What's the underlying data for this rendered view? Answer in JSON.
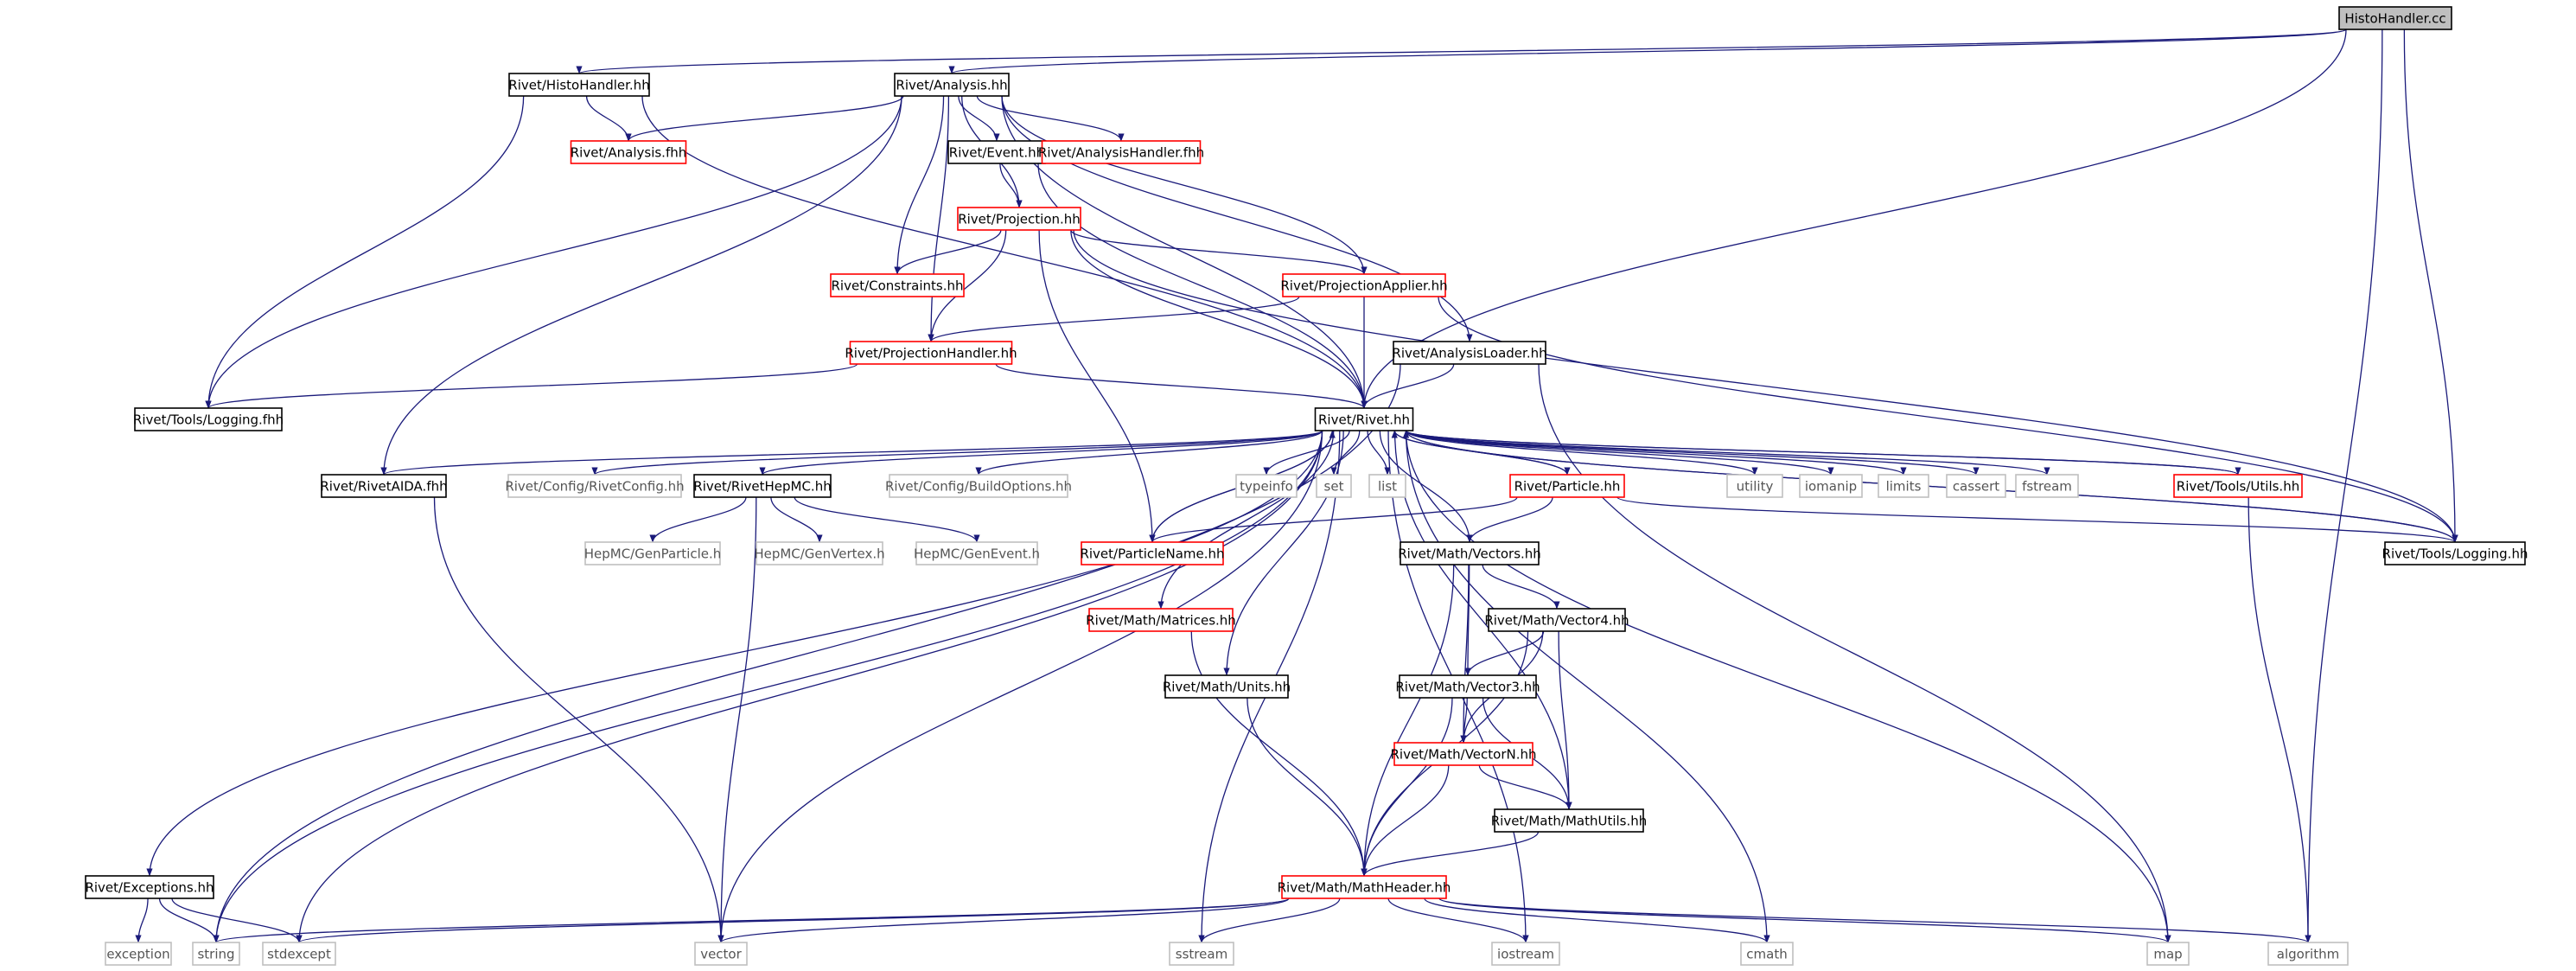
{
  "graph": {
    "colors": {
      "root_fill": "#bfbfbf",
      "normal_border": "#000000",
      "red_border": "#ff0000",
      "ghost_border": "#bfbfbf",
      "edge": "#1a1a7a"
    },
    "nodes": [
      {
        "id": "root",
        "label": "HistoHandler.cc",
        "kind": "root"
      },
      {
        "id": "histohandler_hh",
        "label": "Rivet/HistoHandler.hh",
        "kind": "normal"
      },
      {
        "id": "analysis_hh",
        "label": "Rivet/Analysis.hh",
        "kind": "normal"
      },
      {
        "id": "analysis_fhh",
        "label": "Rivet/Analysis.fhh",
        "kind": "red"
      },
      {
        "id": "event_hh",
        "label": "Rivet/Event.hh",
        "kind": "normal"
      },
      {
        "id": "analysishandler_fhh",
        "label": "Rivet/AnalysisHandler.fhh",
        "kind": "red"
      },
      {
        "id": "projection_hh",
        "label": "Rivet/Projection.hh",
        "kind": "red"
      },
      {
        "id": "constraints_hh",
        "label": "Rivet/Constraints.hh",
        "kind": "red"
      },
      {
        "id": "projectionapplier_hh",
        "label": "Rivet/ProjectionApplier.hh",
        "kind": "red"
      },
      {
        "id": "projectionhandler_hh",
        "label": "Rivet/ProjectionHandler.hh",
        "kind": "red"
      },
      {
        "id": "analysisloader_hh",
        "label": "Rivet/AnalysisLoader.hh",
        "kind": "normal"
      },
      {
        "id": "logging_fhh",
        "label": "Rivet/Tools/Logging.fhh",
        "kind": "normal"
      },
      {
        "id": "rivet_hh",
        "label": "Rivet/Rivet.hh",
        "kind": "normal"
      },
      {
        "id": "rivetaida_fhh",
        "label": "Rivet/RivetAIDA.fhh",
        "kind": "normal"
      },
      {
        "id": "rivetconfig_hh",
        "label": "Rivet/Config/RivetConfig.hh",
        "kind": "ghost"
      },
      {
        "id": "rivethepmc_hh",
        "label": "Rivet/RivetHepMC.hh",
        "kind": "normal"
      },
      {
        "id": "buildoptions_hh",
        "label": "Rivet/Config/BuildOptions.hh",
        "kind": "ghost"
      },
      {
        "id": "typeinfo",
        "label": "typeinfo",
        "kind": "ghost"
      },
      {
        "id": "set",
        "label": "set",
        "kind": "ghost"
      },
      {
        "id": "list",
        "label": "list",
        "kind": "ghost"
      },
      {
        "id": "particle_hh",
        "label": "Rivet/Particle.hh",
        "kind": "red"
      },
      {
        "id": "utility",
        "label": "utility",
        "kind": "ghost"
      },
      {
        "id": "iomanip",
        "label": "iomanip",
        "kind": "ghost"
      },
      {
        "id": "limits",
        "label": "limits",
        "kind": "ghost"
      },
      {
        "id": "cassert",
        "label": "cassert",
        "kind": "ghost"
      },
      {
        "id": "fstream",
        "label": "fstream",
        "kind": "ghost"
      },
      {
        "id": "utils_hh",
        "label": "Rivet/Tools/Utils.hh",
        "kind": "red"
      },
      {
        "id": "logging_hh",
        "label": "Rivet/Tools/Logging.hh",
        "kind": "normal"
      },
      {
        "id": "genparticle_h",
        "label": "HepMC/GenParticle.h",
        "kind": "ghost"
      },
      {
        "id": "genvertex_h",
        "label": "HepMC/GenVertex.h",
        "kind": "ghost"
      },
      {
        "id": "genevent_h",
        "label": "HepMC/GenEvent.h",
        "kind": "ghost"
      },
      {
        "id": "particlename_hh",
        "label": "Rivet/ParticleName.hh",
        "kind": "red"
      },
      {
        "id": "vectors_hh",
        "label": "Rivet/Math/Vectors.hh",
        "kind": "normal"
      },
      {
        "id": "matrices_hh",
        "label": "Rivet/Math/Matrices.hh",
        "kind": "red"
      },
      {
        "id": "vector4_hh",
        "label": "Rivet/Math/Vector4.hh",
        "kind": "normal"
      },
      {
        "id": "units_hh",
        "label": "Rivet/Math/Units.hh",
        "kind": "normal"
      },
      {
        "id": "vector3_hh",
        "label": "Rivet/Math/Vector3.hh",
        "kind": "normal"
      },
      {
        "id": "vectorn_hh",
        "label": "Rivet/Math/VectorN.hh",
        "kind": "red"
      },
      {
        "id": "mathutils_hh",
        "label": "Rivet/Math/MathUtils.hh",
        "kind": "normal"
      },
      {
        "id": "exceptions_hh",
        "label": "Rivet/Exceptions.hh",
        "kind": "normal"
      },
      {
        "id": "mathheader_hh",
        "label": "Rivet/Math/MathHeader.hh",
        "kind": "red"
      },
      {
        "id": "exception",
        "label": "exception",
        "kind": "ghost"
      },
      {
        "id": "string",
        "label": "string",
        "kind": "ghost"
      },
      {
        "id": "stdexcept",
        "label": "stdexcept",
        "kind": "ghost"
      },
      {
        "id": "vector",
        "label": "vector",
        "kind": "ghost"
      },
      {
        "id": "sstream",
        "label": "sstream",
        "kind": "ghost"
      },
      {
        "id": "iostream",
        "label": "iostream",
        "kind": "ghost"
      },
      {
        "id": "cmath",
        "label": "cmath",
        "kind": "ghost"
      },
      {
        "id": "map",
        "label": "map",
        "kind": "ghost"
      },
      {
        "id": "algorithm",
        "label": "algorithm",
        "kind": "ghost"
      }
    ],
    "edges": [
      [
        "root",
        "histohandler_hh"
      ],
      [
        "root",
        "analysis_hh"
      ],
      [
        "root",
        "rivet_hh"
      ],
      [
        "root",
        "logging_hh"
      ],
      [
        "root",
        "algorithm"
      ],
      [
        "histohandler_hh",
        "analysis_fhh"
      ],
      [
        "histohandler_hh",
        "logging_fhh"
      ],
      [
        "histohandler_hh",
        "rivet_hh"
      ],
      [
        "analysis_hh",
        "analysis_fhh"
      ],
      [
        "analysis_hh",
        "event_hh"
      ],
      [
        "analysis_hh",
        "analysishandler_fhh"
      ],
      [
        "analysis_hh",
        "projection_hh"
      ],
      [
        "analysis_hh",
        "constraints_hh"
      ],
      [
        "analysis_hh",
        "projectionapplier_hh"
      ],
      [
        "analysis_hh",
        "projectionhandler_hh"
      ],
      [
        "analysis_hh",
        "analysisloader_hh"
      ],
      [
        "analysis_hh",
        "logging_fhh"
      ],
      [
        "analysis_hh",
        "rivet_hh"
      ],
      [
        "analysis_hh",
        "rivetaida_fhh"
      ],
      [
        "event_hh",
        "projection_hh"
      ],
      [
        "event_hh",
        "rivet_hh"
      ],
      [
        "projection_hh",
        "constraints_hh"
      ],
      [
        "projection_hh",
        "projectionapplier_hh"
      ],
      [
        "projection_hh",
        "projectionhandler_hh"
      ],
      [
        "projection_hh",
        "rivet_hh"
      ],
      [
        "projection_hh",
        "logging_hh"
      ],
      [
        "projection_hh",
        "particlename_hh"
      ],
      [
        "projectionapplier_hh",
        "projectionhandler_hh"
      ],
      [
        "projectionapplier_hh",
        "rivet_hh"
      ],
      [
        "projectionapplier_hh",
        "logging_hh"
      ],
      [
        "projectionhandler_hh",
        "logging_fhh"
      ],
      [
        "projectionhandler_hh",
        "rivet_hh"
      ],
      [
        "analysisloader_hh",
        "rivet_hh"
      ],
      [
        "analysisloader_hh",
        "map"
      ],
      [
        "analysisloader_hh",
        "string"
      ],
      [
        "rivet_hh",
        "rivetaida_fhh"
      ],
      [
        "rivet_hh",
        "rivetconfig_hh"
      ],
      [
        "rivet_hh",
        "rivethepmc_hh"
      ],
      [
        "rivet_hh",
        "buildoptions_hh"
      ],
      [
        "rivet_hh",
        "typeinfo"
      ],
      [
        "rivet_hh",
        "set"
      ],
      [
        "rivet_hh",
        "list"
      ],
      [
        "rivet_hh",
        "particle_hh"
      ],
      [
        "rivet_hh",
        "utility"
      ],
      [
        "rivet_hh",
        "iomanip"
      ],
      [
        "rivet_hh",
        "limits"
      ],
      [
        "rivet_hh",
        "cassert"
      ],
      [
        "rivet_hh",
        "fstream"
      ],
      [
        "rivet_hh",
        "utils_hh"
      ],
      [
        "rivet_hh",
        "logging_hh"
      ],
      [
        "rivet_hh",
        "particlename_hh"
      ],
      [
        "rivet_hh",
        "vectors_hh"
      ],
      [
        "rivet_hh",
        "matrices_hh"
      ],
      [
        "rivet_hh",
        "units_hh"
      ],
      [
        "rivet_hh",
        "mathutils_hh"
      ],
      [
        "rivet_hh",
        "exceptions_hh"
      ],
      [
        "rivet_hh",
        "string"
      ],
      [
        "rivet_hh",
        "stdexcept"
      ],
      [
        "rivet_hh",
        "vector"
      ],
      [
        "rivet_hh",
        "sstream"
      ],
      [
        "rivet_hh",
        "iostream"
      ],
      [
        "rivet_hh",
        "cmath"
      ],
      [
        "rivet_hh",
        "map"
      ],
      [
        "rivetaida_fhh",
        "vector"
      ],
      [
        "rivethepmc_hh",
        "genparticle_h"
      ],
      [
        "rivethepmc_hh",
        "genvertex_h"
      ],
      [
        "rivethepmc_hh",
        "genevent_h"
      ],
      [
        "rivethepmc_hh",
        "vector"
      ],
      [
        "particle_hh",
        "rivet_hh"
      ],
      [
        "particle_hh",
        "particlename_hh"
      ],
      [
        "particle_hh",
        "vectors_hh"
      ],
      [
        "particle_hh",
        "logging_hh"
      ],
      [
        "utils_hh",
        "rivet_hh"
      ],
      [
        "utils_hh",
        "algorithm"
      ],
      [
        "logging_hh",
        "rivet_hh"
      ],
      [
        "particlename_hh",
        "rivet_hh"
      ],
      [
        "vectors_hh",
        "vector4_hh"
      ],
      [
        "vectors_hh",
        "vector3_hh"
      ],
      [
        "vectors_hh",
        "vectorn_hh"
      ],
      [
        "vectors_hh",
        "mathheader_hh"
      ],
      [
        "vector4_hh",
        "vector3_hh"
      ],
      [
        "vector4_hh",
        "vectorn_hh"
      ],
      [
        "vector4_hh",
        "mathutils_hh"
      ],
      [
        "vector4_hh",
        "mathheader_hh"
      ],
      [
        "vector3_hh",
        "vectorn_hh"
      ],
      [
        "vector3_hh",
        "mathutils_hh"
      ],
      [
        "vector3_hh",
        "mathheader_hh"
      ],
      [
        "vectorn_hh",
        "mathutils_hh"
      ],
      [
        "vectorn_hh",
        "mathheader_hh"
      ],
      [
        "mathutils_hh",
        "mathheader_hh"
      ],
      [
        "matrices_hh",
        "mathheader_hh"
      ],
      [
        "units_hh",
        "mathheader_hh"
      ],
      [
        "exceptions_hh",
        "exception"
      ],
      [
        "exceptions_hh",
        "string"
      ],
      [
        "exceptions_hh",
        "stdexcept"
      ],
      [
        "mathheader_hh",
        "stdexcept"
      ],
      [
        "mathheader_hh",
        "string"
      ],
      [
        "mathheader_hh",
        "vector"
      ],
      [
        "mathheader_hh",
        "sstream"
      ],
      [
        "mathheader_hh",
        "iostream"
      ],
      [
        "mathheader_hh",
        "cmath"
      ],
      [
        "mathheader_hh",
        "map"
      ],
      [
        "mathheader_hh",
        "algorithm"
      ]
    ]
  }
}
